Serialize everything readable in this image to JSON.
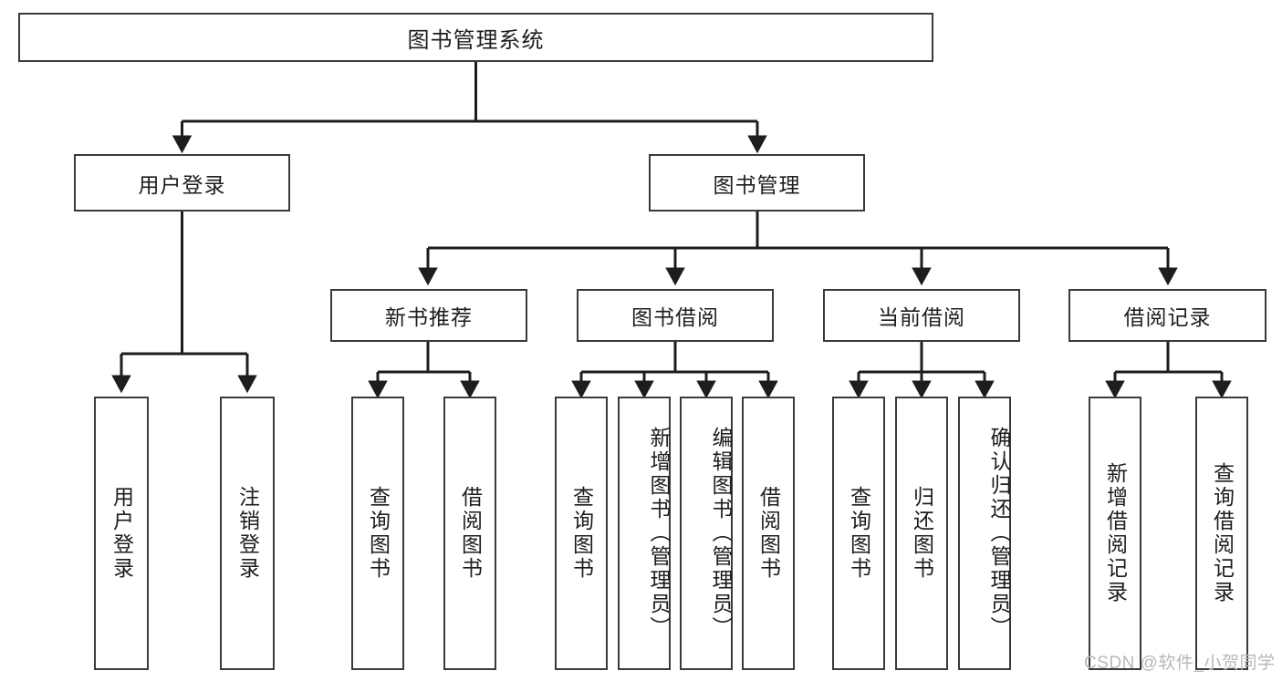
{
  "diagram": {
    "type": "tree-hierarchy",
    "title": "图书管理系统",
    "colors": {
      "box_border": "#3a3a3a",
      "box_fill": "#ffffff",
      "connector": "#1d1d1d",
      "text": "#1d1d1d",
      "watermark": "#b8b8b8"
    },
    "root": {
      "label": "图书管理系统"
    },
    "level2": [
      {
        "label": "用户登录"
      },
      {
        "label": "图书管理"
      }
    ],
    "level3": [
      {
        "label": "新书推荐"
      },
      {
        "label": "图书借阅"
      },
      {
        "label": "当前借阅"
      },
      {
        "label": "借阅记录"
      }
    ],
    "leaves": {
      "user_login": [
        {
          "label": "用户登录"
        },
        {
          "label": "注销登录"
        }
      ],
      "new_book_recommend": [
        {
          "label": "查询图书"
        },
        {
          "label": "借阅图书"
        }
      ],
      "book_borrow": [
        {
          "label": "查询图书"
        },
        {
          "label": "新增图书（管理员）"
        },
        {
          "label": "编辑图书（管理员）"
        },
        {
          "label": "借阅图书"
        }
      ],
      "current_borrow": [
        {
          "label": "查询图书"
        },
        {
          "label": "归还图书"
        },
        {
          "label": "确认归还（管理员）"
        }
      ],
      "borrow_record": [
        {
          "label": "新增借阅记录"
        },
        {
          "label": "查询借阅记录"
        }
      ]
    }
  },
  "watermark": {
    "text": "CSDN @软件_小贺同学"
  }
}
